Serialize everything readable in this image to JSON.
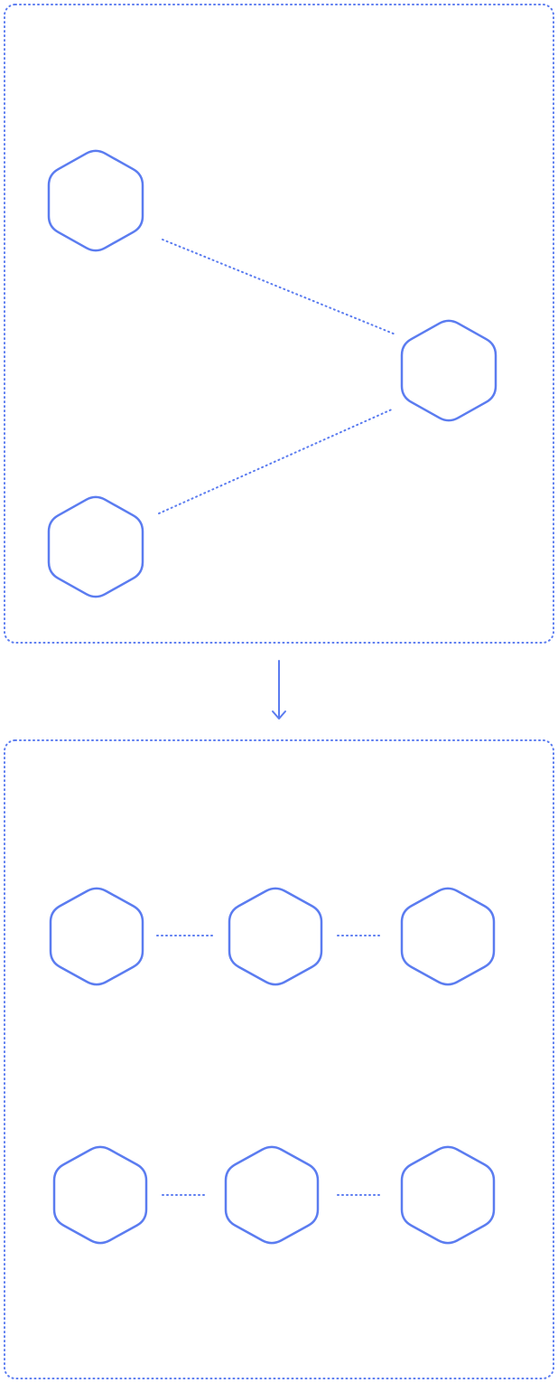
{
  "colors": {
    "accent": "#5b7cf0",
    "background": "#ffffff"
  },
  "diagram": {
    "panels": [
      {
        "id": "before-panel",
        "border": "dotted"
      },
      {
        "id": "after-panel",
        "border": "dotted"
      }
    ],
    "before": {
      "node_count": 3,
      "connections": [
        {
          "from": "left-top",
          "to": "right-middle"
        },
        {
          "from": "left-bottom",
          "to": "right-middle"
        }
      ]
    },
    "after": {
      "rows": [
        {
          "nodes": 3
        },
        {
          "nodes": 3
        }
      ]
    },
    "transition_icon": "arrow-down-icon"
  }
}
